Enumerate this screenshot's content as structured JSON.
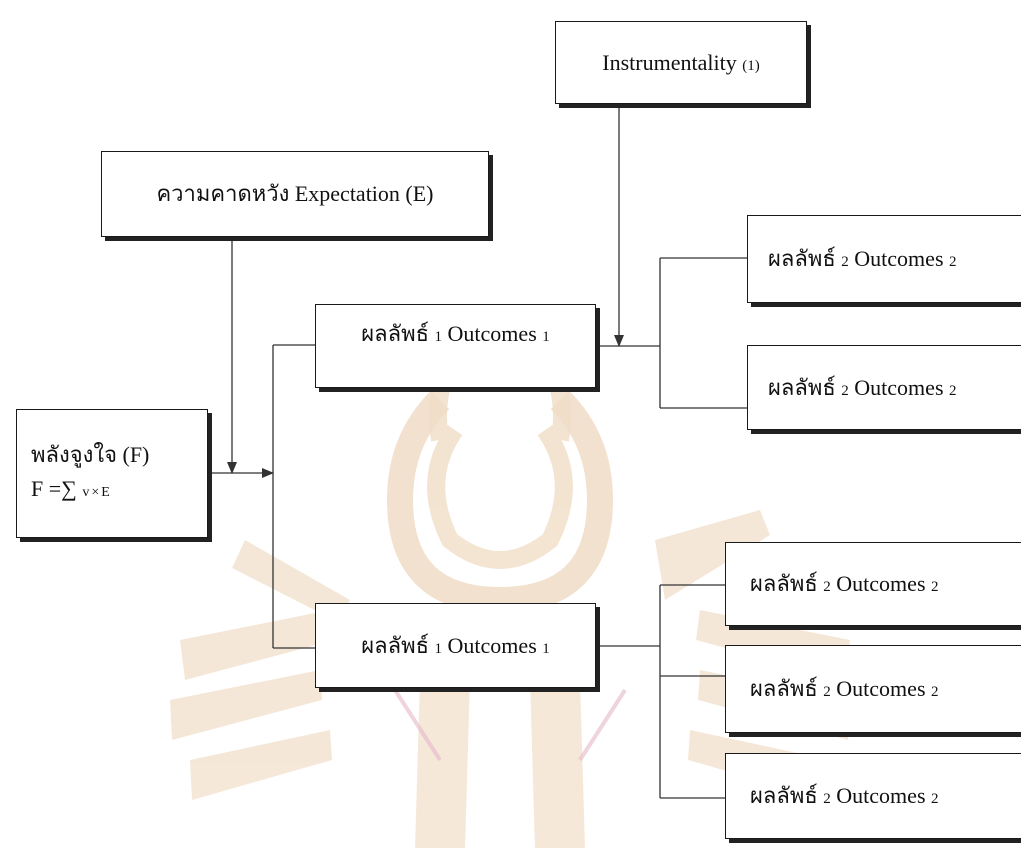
{
  "diagram": {
    "instrumentality": {
      "label": "Instrumentality",
      "num": "(1)"
    },
    "expectation": {
      "label": "ความคาดหวัง Expectation (E)"
    },
    "motivation": {
      "line1": "พลังจูงใจ (F)",
      "formula_main": "F =∑",
      "formula_small": "v×E"
    },
    "outcome1": [
      {
        "thai": "ผลลัพธ์",
        "num1": "1",
        "en": "Outcomes",
        "num2": "1"
      },
      {
        "thai": "ผลลัพธ์",
        "num1": "1",
        "en": "Outcomes",
        "num2": "1"
      }
    ],
    "outcome2": [
      {
        "thai": "ผลลัพธ์",
        "num1": "2",
        "en": "Outcomes",
        "num2": "2"
      },
      {
        "thai": "ผลลัพธ์",
        "num1": "2",
        "en": "Outcomes",
        "num2": "2"
      },
      {
        "thai": "ผลลัพธ์",
        "num1": "2",
        "en": "Outcomes",
        "num2": "2"
      },
      {
        "thai": "ผลลัพธ์",
        "num1": "2",
        "en": "Outcomes",
        "num2": "2"
      },
      {
        "thai": "ผลลัพธ์",
        "num1": "2",
        "en": "Outcomes",
        "num2": "2"
      }
    ]
  },
  "colors": {
    "line": "#333333",
    "border": "#1a1a1a",
    "watermark": "#e9c9a6",
    "watermark_accent": "#d9a3b8"
  }
}
